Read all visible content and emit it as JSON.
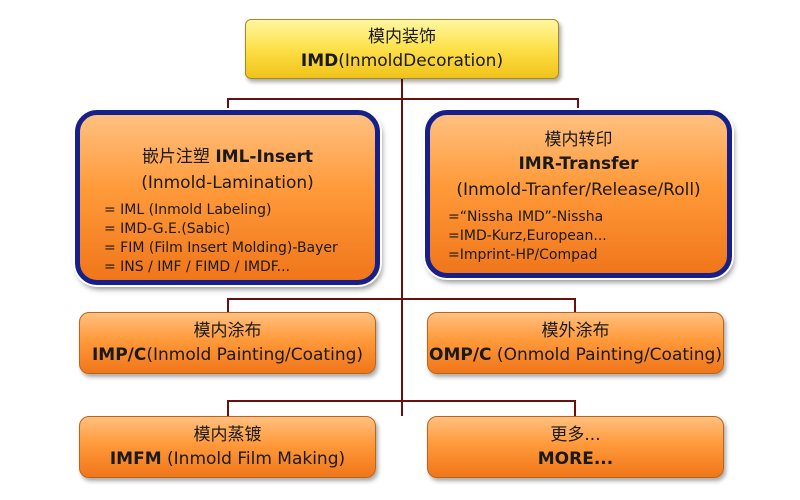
{
  "root": {
    "title": "模内装饰",
    "code": "IMD",
    "desc": "(InmoldDecoration)"
  },
  "insert": {
    "title_cn": "嵌片注塑",
    "title_code": "IML-Insert",
    "subtitle": "(Inmold-Lamination)",
    "items": [
      "= IML (Inmold Labeling)",
      "= IMD-G.E.(Sabic)",
      "= FIM (Film Insert Molding)-Bayer",
      "= INS / IMF / FIMD / IMDF..."
    ]
  },
  "transfer": {
    "title_cn": "模内转印",
    "title_code": "IMR-Transfer",
    "subtitle": "(Inmold-Tranfer/Release/Roll)",
    "items": [
      "=“Nissha IMD”-Nissha",
      "=IMD-Kurz,European...",
      "=Imprint-HP/Compad"
    ]
  },
  "imp": {
    "title": "模内涂布",
    "code": "IMP/C",
    "desc": "(Inmold Painting/Coating)"
  },
  "omp": {
    "title": "模外涂布",
    "code": "OMP/C",
    "desc": " (Onmold Painting/Coating)"
  },
  "imfm": {
    "title": "模内蒸镀",
    "code": "IMFM",
    "desc": " (Inmold Film Making)"
  },
  "more": {
    "title": "更多...",
    "code": "MORE..."
  },
  "colors": {
    "connector": "#6b0f0f",
    "border_highlight": "#17208a",
    "orange": "#ff9a3a",
    "yellow": "#fde048"
  }
}
